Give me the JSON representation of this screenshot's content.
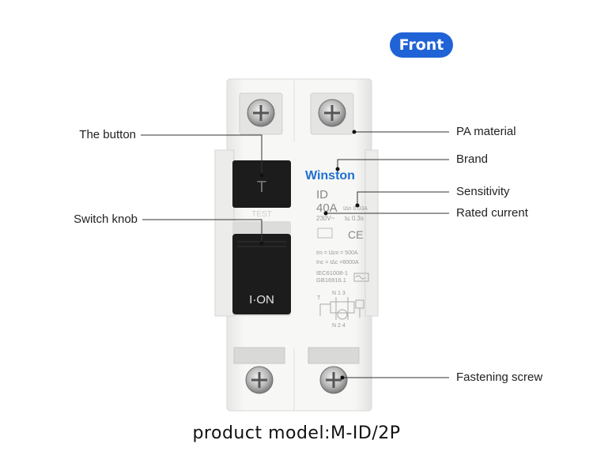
{
  "badge": {
    "text": "Front"
  },
  "callouts": {
    "button": "The button",
    "switch_knob": "Switch knob",
    "pa_material": "PA material",
    "brand": "Brand",
    "sensitivity": "Sensitivity",
    "rated_current": "Rated current",
    "fastening_screw": "Fastening screw"
  },
  "device": {
    "brand": "Winston",
    "model": "ID",
    "current": "40A",
    "sensitivity_spec": "IΔn 0.03A",
    "voltage": "230V~",
    "time": "t≤ 0.3s",
    "ce": "CE",
    "spec1": "Im = IΔm = 500A",
    "spec2": "Inc = IΔc =6000A",
    "std1": "IEC61008-1",
    "std2": "GB16916.1",
    "test_button": "T",
    "test_label": "TEST",
    "switch_label": "I·ON",
    "terminals_top": "N 1 3",
    "terminals_bottom": "N 2 4",
    "t_mark": "T"
  },
  "caption": "product model:M-ID/2P",
  "colors": {
    "badge": "#1f63d6",
    "body": "#f4f4f2",
    "black": "#1a1a1a"
  }
}
